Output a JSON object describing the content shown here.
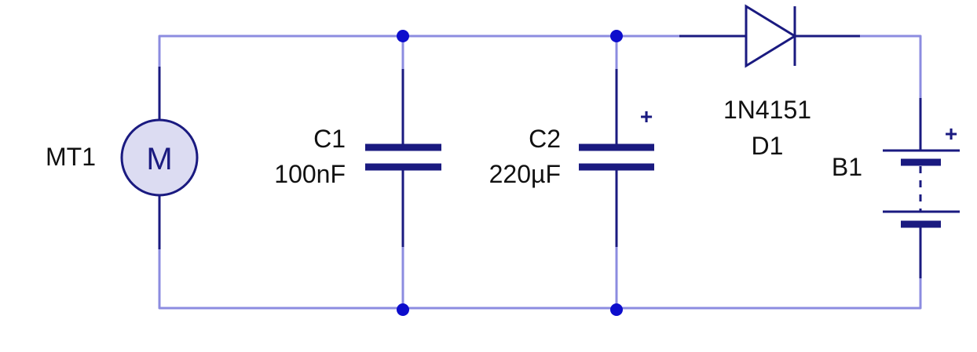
{
  "colors": {
    "wire": "#8c8ce0",
    "component": "#1a1a80",
    "junction": "#0d0dcc",
    "motor_fill": "#dcdcf2",
    "text": "#111111"
  },
  "motor": {
    "ref": "MT1",
    "symbol": "M"
  },
  "c1": {
    "ref": "C1",
    "value": "100nF"
  },
  "c2": {
    "ref": "C2",
    "value": "220µF",
    "polarity": "+"
  },
  "d1": {
    "part": "1N4151",
    "ref": "D1"
  },
  "b1": {
    "ref": "B1",
    "polarity": "+"
  }
}
